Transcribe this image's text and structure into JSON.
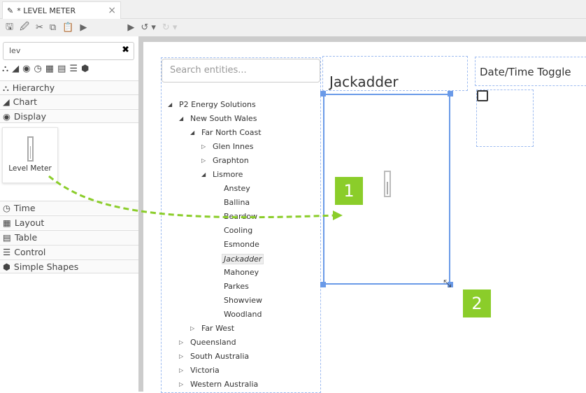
{
  "tab": {
    "title": "* LEVEL METER",
    "close": "×"
  },
  "toolbar": {
    "save": "🖫",
    "save_as": "🖉",
    "cut": "✂",
    "copy": "⧉",
    "paste": "📋",
    "preview": "▶",
    "run": "▶",
    "undo": "↺ ▾",
    "redo": "↻ ▾"
  },
  "palette": {
    "search_value": "lev",
    "clear": "✖",
    "categories": [
      {
        "icon": "⛬",
        "label": "Hierarchy"
      },
      {
        "icon": "◢",
        "label": "Chart"
      },
      {
        "icon": "◉",
        "label": "Display"
      },
      {
        "icon": "◷",
        "label": "Time"
      },
      {
        "icon": "▦",
        "label": "Layout"
      },
      {
        "icon": "▤",
        "label": "Table"
      },
      {
        "icon": "☰",
        "label": "Control"
      },
      {
        "icon": "⬢",
        "label": "Simple Shapes"
      }
    ],
    "tile_label": "Level Meter"
  },
  "tree": {
    "search_placeholder": "Search entities...",
    "items": [
      {
        "label": "P2 Energy Solutions",
        "level": 0,
        "state": "open"
      },
      {
        "label": "New South Wales",
        "level": 1,
        "state": "open"
      },
      {
        "label": "Far North Coast",
        "level": 2,
        "state": "open"
      },
      {
        "label": "Glen Innes",
        "level": 3,
        "state": "closed"
      },
      {
        "label": "Graphton",
        "level": 3,
        "state": "closed"
      },
      {
        "label": "Lismore",
        "level": 3,
        "state": "open"
      },
      {
        "label": "Anstey",
        "level": 4,
        "state": "leaf"
      },
      {
        "label": "Ballina",
        "level": 4,
        "state": "leaf"
      },
      {
        "label": "Beardow",
        "level": 4,
        "state": "leaf"
      },
      {
        "label": "Cooling",
        "level": 4,
        "state": "leaf"
      },
      {
        "label": "Esmonde",
        "level": 4,
        "state": "leaf"
      },
      {
        "label": "Jackadder",
        "level": 4,
        "state": "leaf",
        "selected": true
      },
      {
        "label": "Mahoney",
        "level": 4,
        "state": "leaf"
      },
      {
        "label": "Parkes",
        "level": 4,
        "state": "leaf"
      },
      {
        "label": "Showview",
        "level": 4,
        "state": "leaf"
      },
      {
        "label": "Woodland",
        "level": 4,
        "state": "leaf"
      },
      {
        "label": "Far West",
        "level": 2,
        "state": "closed"
      },
      {
        "label": "Queensland",
        "level": 1,
        "state": "closed"
      },
      {
        "label": "South Australia",
        "level": 1,
        "state": "closed"
      },
      {
        "label": "Victoria",
        "level": 1,
        "state": "closed"
      },
      {
        "label": "Western Australia",
        "level": 1,
        "state": "closed"
      }
    ]
  },
  "canvas": {
    "title": "Jackadder",
    "datetime_label": "Date/Time Toggle",
    "step1": "1",
    "step2": "2",
    "accent": "#8bcd2a",
    "selection": "#6a9ae8"
  }
}
